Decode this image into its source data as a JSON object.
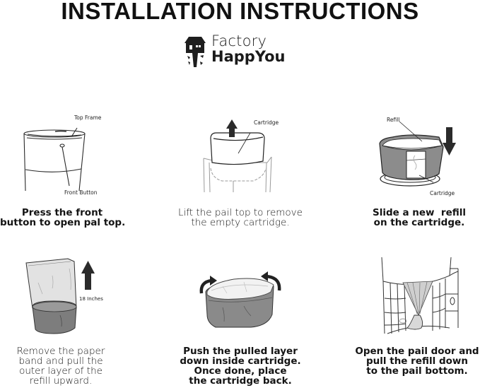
{
  "header": {
    "title": "INSTALLATION INSTRUCTIONS",
    "logo": {
      "icon": "treehouse-icon",
      "line1": "Factory",
      "line2": "HappYou"
    }
  },
  "steps": [
    {
      "index": 1,
      "illustration": "pail-top-front-button",
      "labels": [
        "Top Frame",
        "Front Button"
      ],
      "caption": "Press the front\nbutton to open pal top."
    },
    {
      "index": 2,
      "illustration": "lift-cartridge-up",
      "labels": [
        "Cartridge"
      ],
      "arrow": "arrow-up",
      "caption": "Lift the pail top to remove\nthe empty cartridge."
    },
    {
      "index": 3,
      "illustration": "slide-refill-on-cartridge",
      "labels": [
        "Refill",
        "Cartridge"
      ],
      "arrow": "arrow-down",
      "caption": "Slide a new  refill\non the cartridge."
    },
    {
      "index": 4,
      "illustration": "pull-outer-layer-up",
      "labels": [
        "18 Inches"
      ],
      "arrow": "arrow-up",
      "caption": "Remove the paper\nband and pull the\nouter layer of the\nrefill upward."
    },
    {
      "index": 5,
      "illustration": "push-layer-inside-cartridge",
      "labels": [],
      "arrow": "curved-arrows",
      "caption": "Push the pulled layer\ndown inside cartridge.\nOnce done, place\nthe cartridge back."
    },
    {
      "index": 6,
      "illustration": "open-pail-door-pull-refill",
      "labels": [],
      "caption": "Open the pail door and\npull the refill down\nto the pail bottom."
    }
  ],
  "colors": {
    "text": "#141414",
    "line": "#2a2a2a",
    "refill_gray": "#8c8c8c",
    "refill_dark": "#777777",
    "arrow": "#2b2b2b",
    "background": "#ffffff"
  }
}
